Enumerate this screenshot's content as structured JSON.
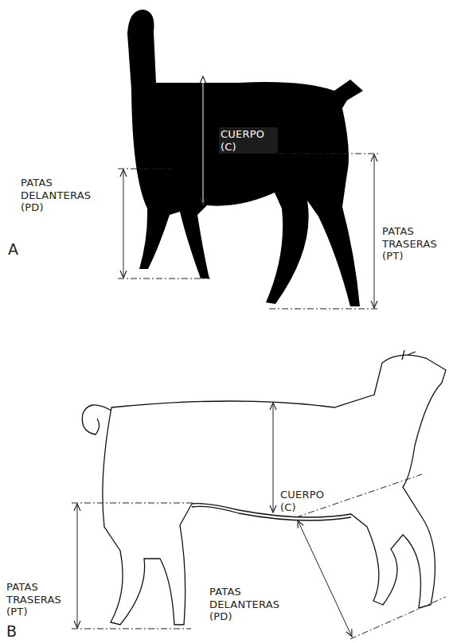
{
  "diagram": {
    "labels": [
      "CUERPO (C)",
      "PATAS DELANTERAS (PD)",
      "PATAS TRASERAS (PT)",
      "A",
      "CUERPO (C)",
      "PATAS TRASERAS (PT)",
      "PATAS DELANTERAS (PD)",
      "B"
    ]
  }
}
